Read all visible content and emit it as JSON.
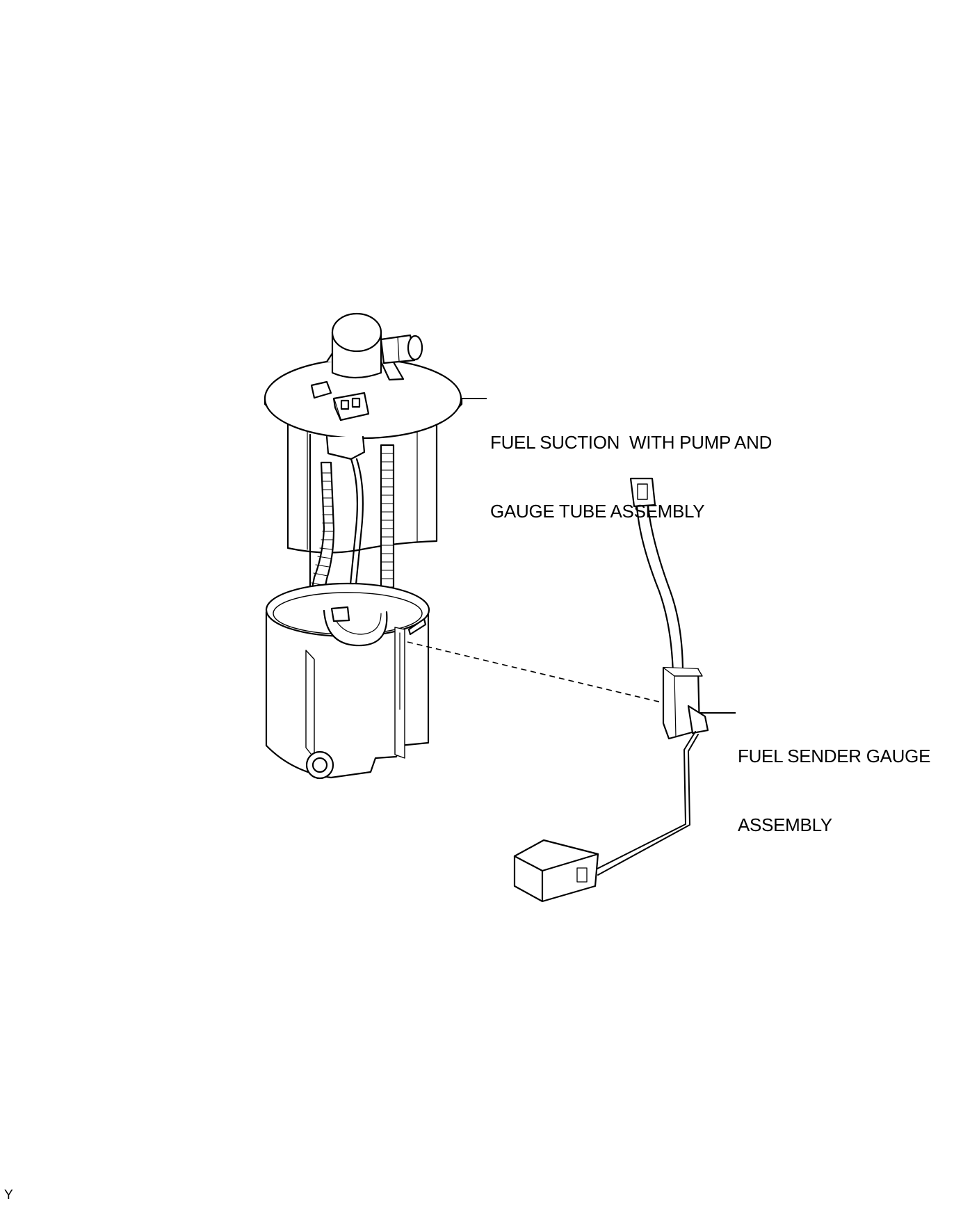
{
  "labels": {
    "pump_assembly": {
      "line1": "FUEL SUCTION  WITH PUMP AND",
      "line2": "GAUGE TUBE ASSEMBLY"
    },
    "sender_gauge": {
      "line1": "FUEL SENDER GAUGE",
      "line2": "ASSEMBLY"
    }
  },
  "corner_mark": "Y",
  "colors": {
    "line": "#000000",
    "background": "#ffffff"
  }
}
